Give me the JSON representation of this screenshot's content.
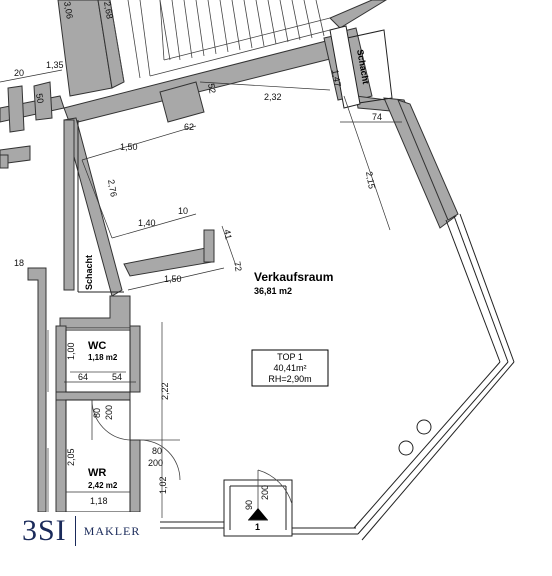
{
  "rooms": {
    "sales": {
      "name": "Verkaufsraum",
      "area": "36,81 m2"
    },
    "wc": {
      "name": "WC",
      "area": "1,18 m2"
    },
    "wr": {
      "name": "WR",
      "area": "2,42 m2"
    },
    "shaft_top": "Schacht",
    "shaft_left": "Schacht"
  },
  "unit_box": {
    "line1": "TOP 1",
    "line2": "40,41m²",
    "line3": "RH=2,90m"
  },
  "dimensions": {
    "d_3_06": "3,06",
    "d_2_68": "2,68",
    "d_20": "20",
    "d_1_35": "1,35",
    "d_50": "50",
    "d_52": "52",
    "d_2_32": "2,32",
    "d_1_47": "1,47",
    "d_74": "74",
    "d_1_50_top": "1,50",
    "d_62": "62",
    "d_2_15": "2,15",
    "d_2_76": "2,76",
    "d_1_40": "1,40",
    "d_10": "10",
    "d_41": "41",
    "d_72": "72",
    "d_1_50_bot": "1,50",
    "d_18": "18",
    "d_1_00": "1,00",
    "d_64": "64",
    "d_54": "54",
    "d_80_a": "80",
    "d_200_a": "200",
    "d_2_22": "2,22",
    "d_80_b": "80",
    "d_200_b": "200",
    "d_2_05": "2,05",
    "d_1_02": "1,02",
    "d_1_18": "1,18",
    "d_90": "90",
    "d_200_c": "200"
  },
  "entrance_number": "1",
  "logo": {
    "brand": "3SI",
    "sub": "MAKLER"
  },
  "colors": {
    "wall": "#a8a8a8",
    "logo": "#1a2a5a"
  }
}
